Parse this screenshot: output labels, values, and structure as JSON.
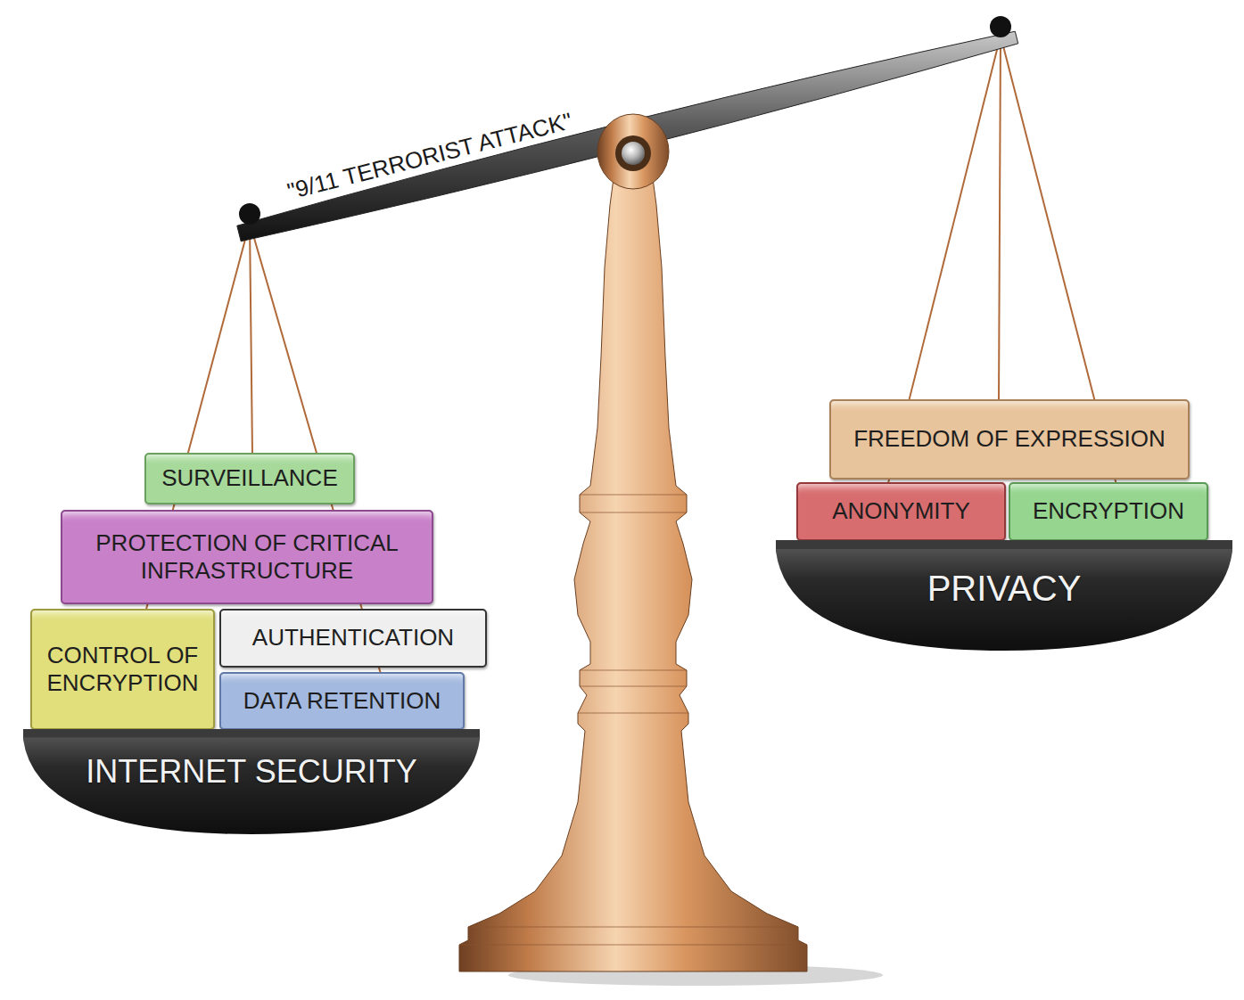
{
  "diagram": {
    "nodes": [
      {
        "text": [
          "SURVEILLANCE"
        ]
      },
      {
        "text": [
          "PROTECTION OF CRITICAL INFRASTRUCTURE"
        ]
      },
      {
        "text": [
          "CONTROL OF ENCRYPTION"
        ]
      },
      {
        "text": [
          "AUTHENTICATION"
        ]
      },
      {
        "text": [
          "DATA RETENTION"
        ]
      },
      {
        "text": [
          "INTERNET SECURITY"
        ]
      },
      {
        "text": [
          "FREEDOM OF EXPRESSION"
        ]
      },
      {
        "text": [
          "ANONYMITY"
        ]
      },
      {
        "text": [
          "ENCRYPTION"
        ]
      },
      {
        "text": [
          "PRIVACY"
        ]
      }
    ],
    "labels": [
      "\"9/11 TERRORIST ATTACK\""
    ]
  }
}
